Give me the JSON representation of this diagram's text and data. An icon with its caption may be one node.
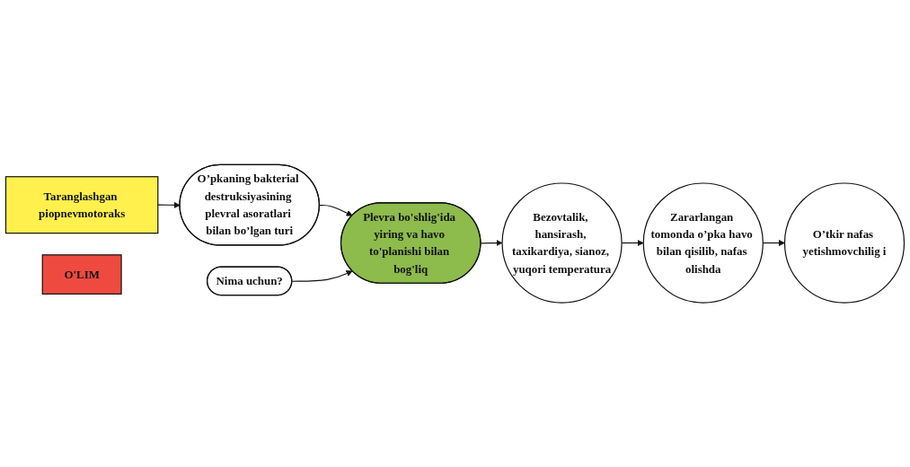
{
  "diagram": {
    "nodes": [
      {
        "text": [
          "Taranglashgan piopnevmotoraks"
        ]
      },
      {
        "text": [
          "O’pkaning bakterial destruksiyasining plevral asoratlari bilan bo’lgan turi"
        ]
      },
      {
        "text": [
          "Nima uchun?"
        ]
      },
      {
        "text": [
          "Plevra bo'shlig'ida yiring va havo to'planishi bilan bog'liq"
        ]
      },
      {
        "text": [
          "Bezovtalik, hansirash, taxikardiya, sianoz, yuqori temperatura"
        ]
      },
      {
        "text": [
          "Zararlangan tomonda o’pka havo bilan qisilib, nafas olishda"
        ]
      },
      {
        "text": [
          "O’tkir nafas yetishmovchilig i"
        ]
      },
      {
        "text": [
          "O'LIM"
        ]
      }
    ],
    "edges": [
      {
        "from": 0,
        "to": 1,
        "arrow": "to"
      },
      {
        "from": 1,
        "to": 3,
        "arrow": "to"
      },
      {
        "from": 2,
        "to": 3,
        "arrow": "to"
      },
      {
        "from": 3,
        "to": 4,
        "arrow": "to"
      },
      {
        "from": 4,
        "to": 5,
        "arrow": "to"
      },
      {
        "from": 5,
        "to": 6,
        "arrow": "to"
      }
    ]
  }
}
